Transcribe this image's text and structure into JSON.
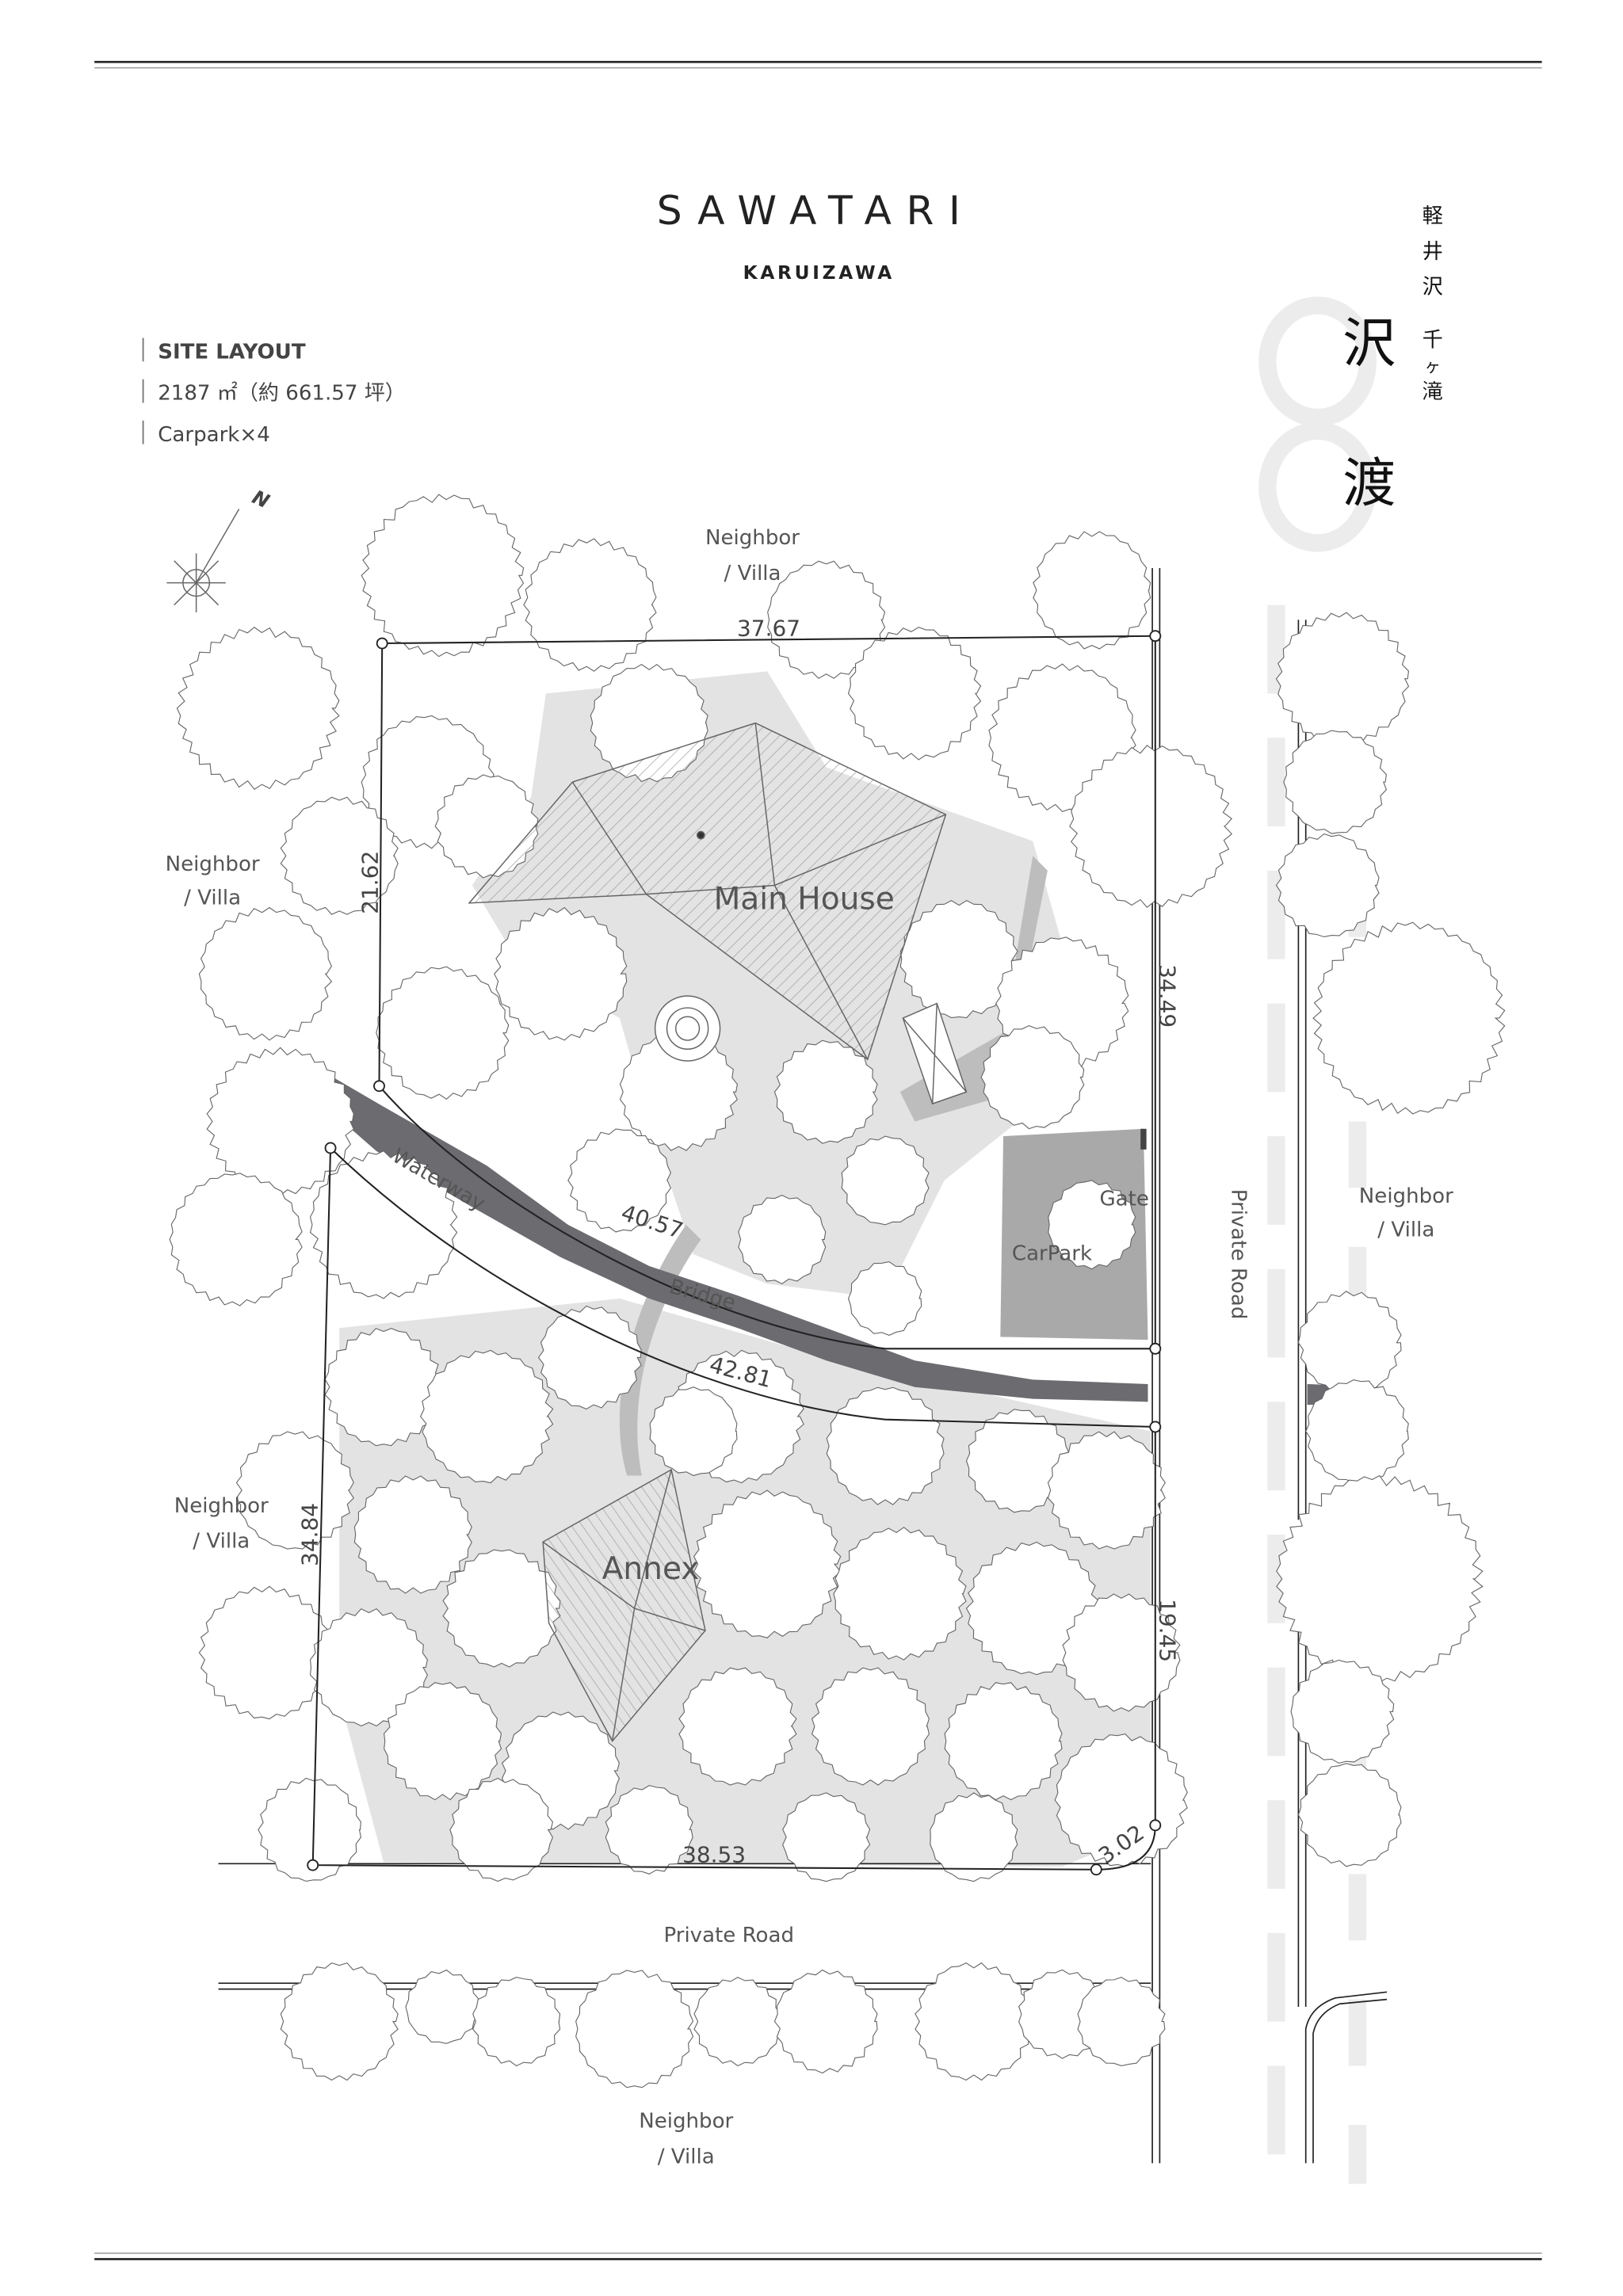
{
  "header": {
    "title": "SAWATARI",
    "subtitle": "KARUIZAWA"
  },
  "info": {
    "heading": "SITE LAYOUT",
    "area": "2187 ㎡（約 661.57 坪）",
    "parking": "Carpark×4"
  },
  "vertical_jp": {
    "small_col_1": [
      "軽",
      "井",
      "沢"
    ],
    "small_col_2": [
      "千",
      "ヶ",
      "滝"
    ],
    "large": [
      "沢",
      "渡"
    ]
  },
  "compass": {
    "north_label": "N"
  },
  "labels": {
    "neighbor_top": [
      "Neighbor",
      "/ Villa"
    ],
    "neighbor_left_upper": [
      "Neighbor",
      "/ Villa"
    ],
    "neighbor_right": [
      "Neighbor",
      "/ Villa"
    ],
    "neighbor_left_lower": [
      "Neighbor",
      "/ Villa"
    ],
    "neighbor_bottom": [
      "Neighbor",
      "/ Villa"
    ],
    "main_house": "Main House",
    "annex": "Annex",
    "carpark": "CarPark",
    "gate": "Gate",
    "bridge": "Bridge",
    "waterway": "Waterway",
    "private_road_right": "Private Road",
    "private_road_bottom": "Private Road"
  },
  "dimensions": {
    "top": "37.67",
    "left_upper": "21.62",
    "right_upper": "34.49",
    "waterway_north": "40.57",
    "waterway_south": "42.81",
    "left_lower": "34.84",
    "right_lower": "19.45",
    "corner": "3.02",
    "bottom": "38.53"
  },
  "colors": {
    "waterway": "#6b6b70",
    "ground": "#e4e4e4",
    "carpark": "#a9a9a9",
    "line": "#222222"
  }
}
